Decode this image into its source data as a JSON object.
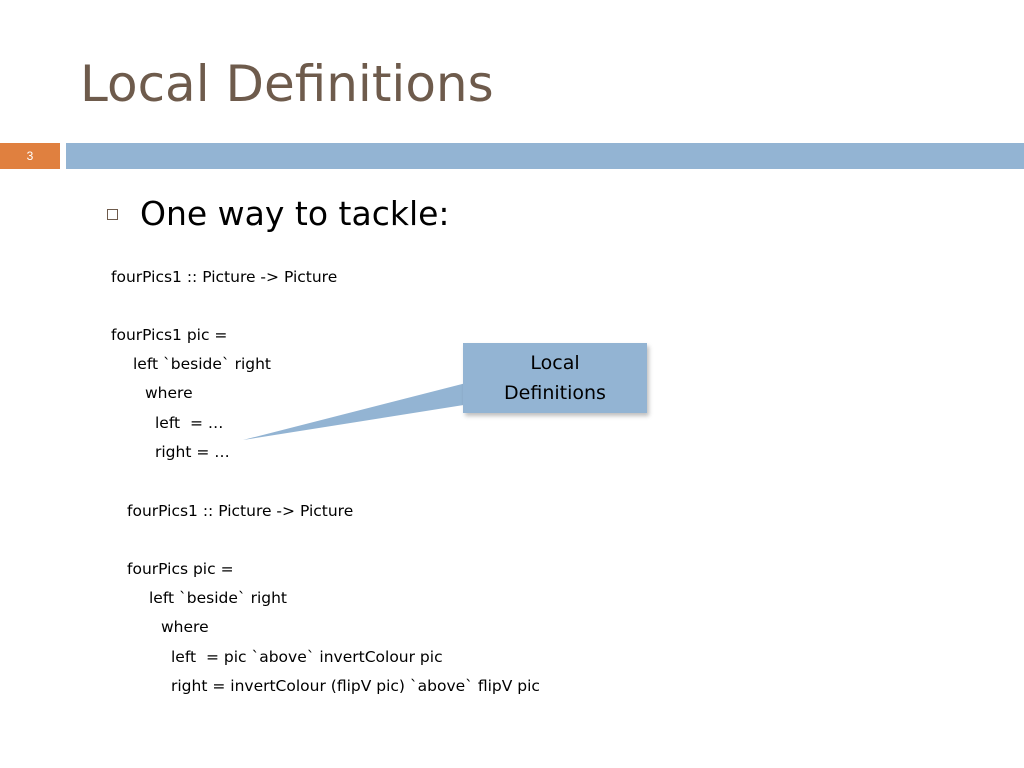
{
  "slide": {
    "title": "Local Definitions",
    "page_number": "3",
    "bullet": "One way to tackle:"
  },
  "code_block_1": {
    "line1": "fourPics1 :: Picture -> Picture",
    "line2": "fourPics1 pic =",
    "line3": "left `beside` right",
    "line4": "where",
    "line5": "left  = …",
    "line6": "right = …"
  },
  "code_block_2": {
    "line1": "fourPics1 :: Picture -> Picture",
    "line2": "fourPics pic =",
    "line3": "left `beside` right",
    "line4": "where",
    "line5": "left  = pic `above` invertColour pic",
    "line6": "right = invertColour (flipV pic) `above` flipV pic"
  },
  "callout": {
    "line1": "Local",
    "line2": "Definitions"
  },
  "colors": {
    "title": "#6e5b4c",
    "accent_orange": "#e0803f",
    "accent_blue": "#93b4d3"
  }
}
